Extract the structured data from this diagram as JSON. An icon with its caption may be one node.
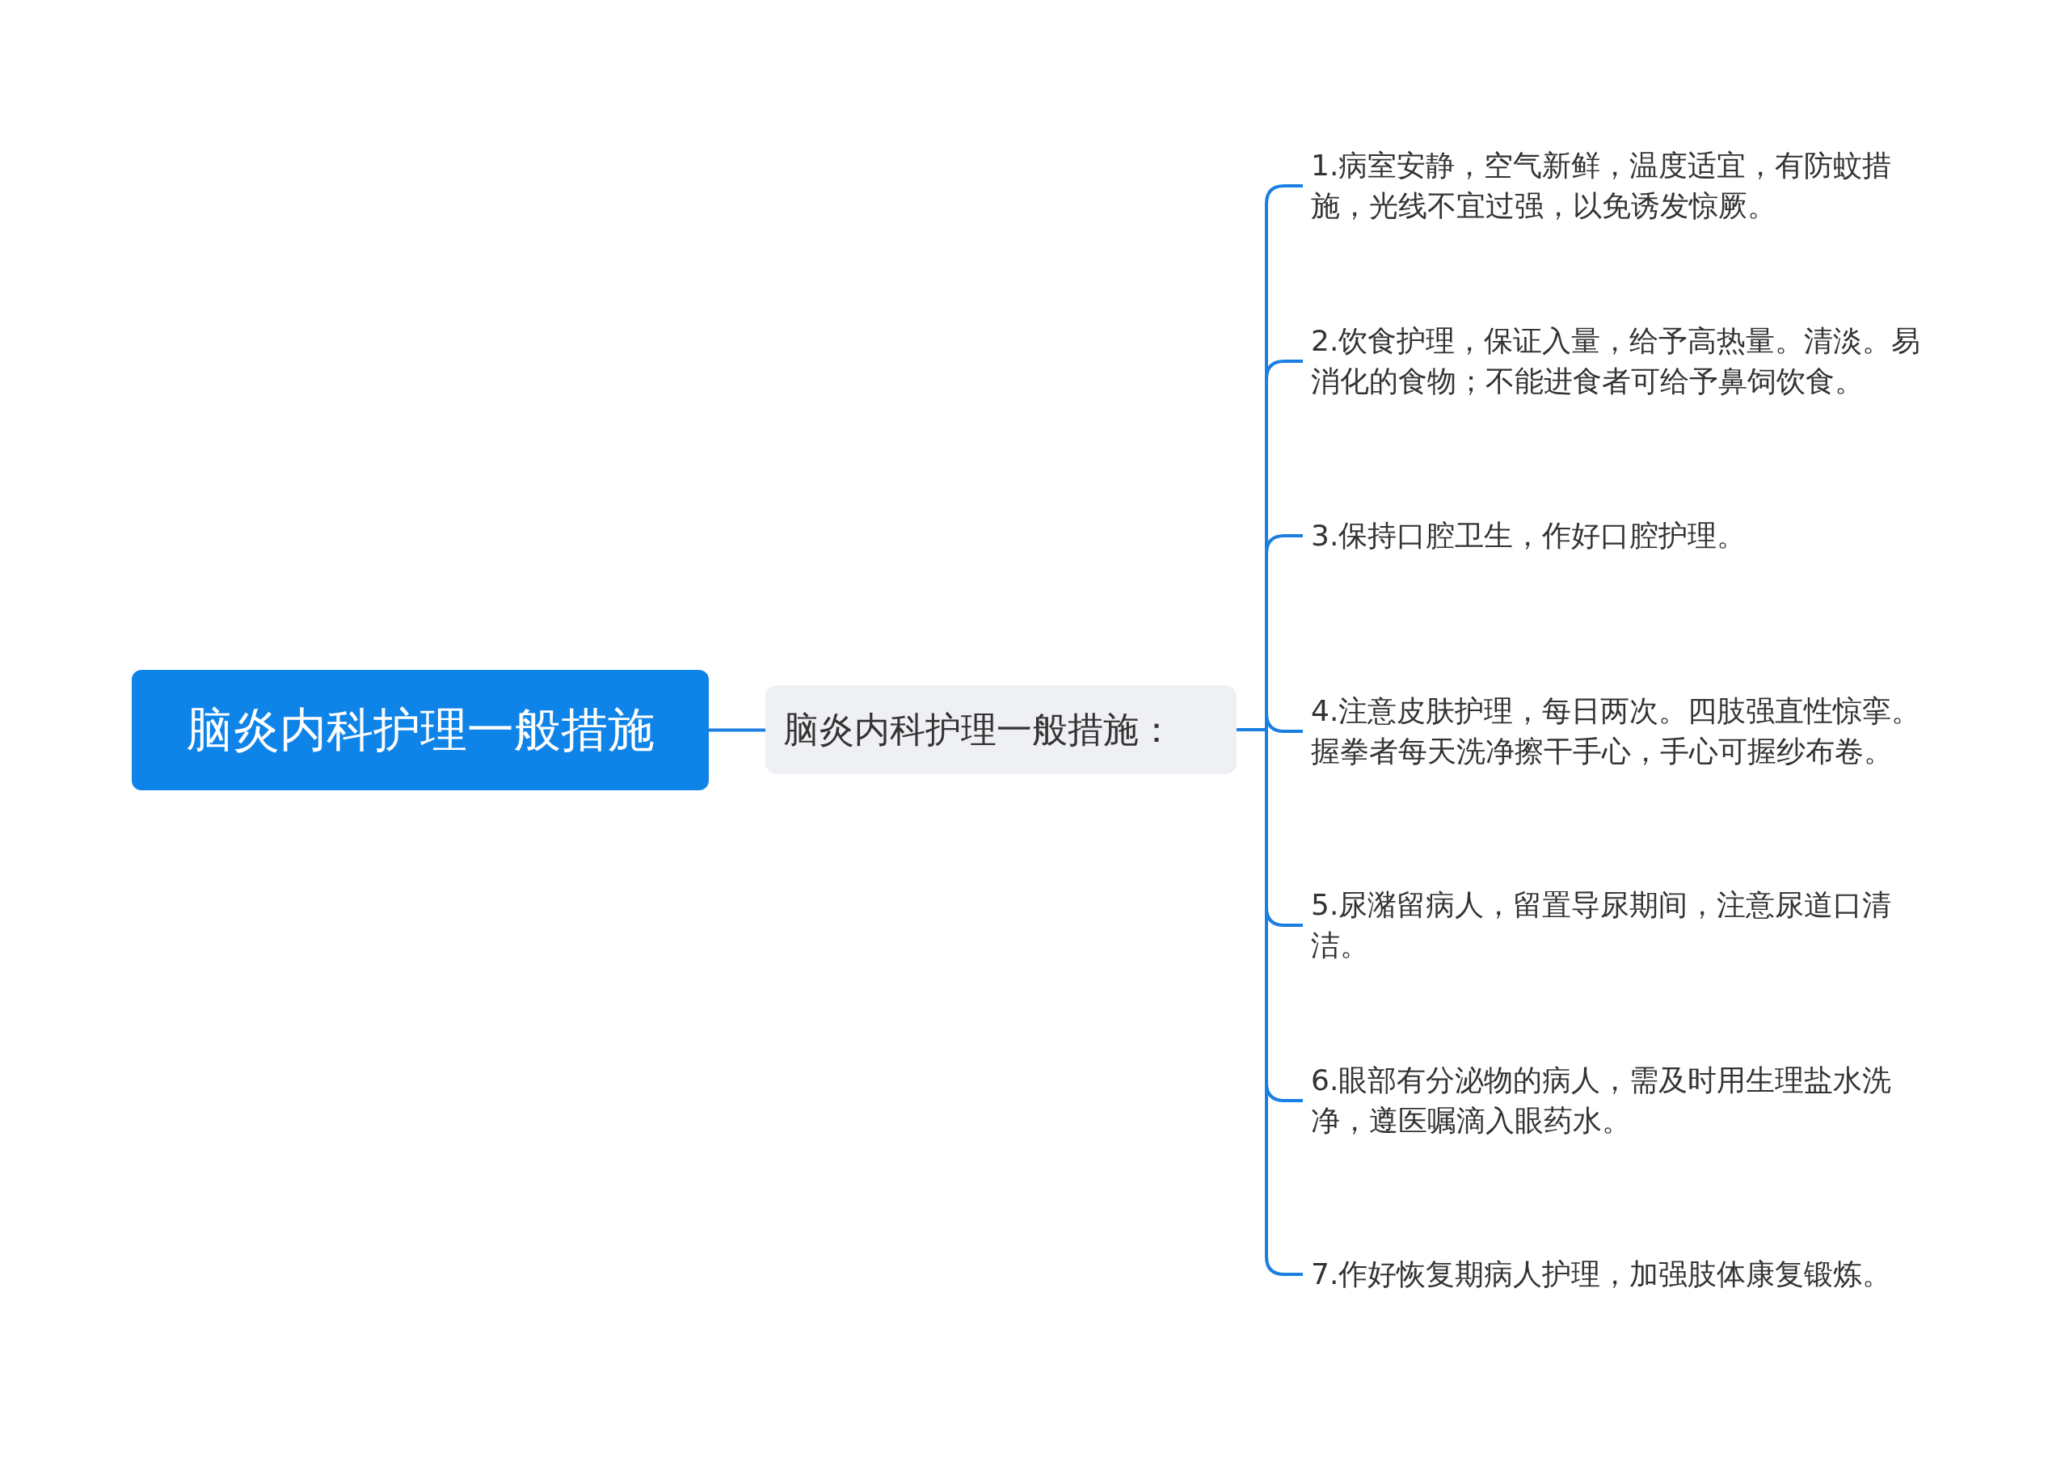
{
  "diagram": {
    "nodes": [
      {
        "text": [
          "脑炎内科护理一般措施"
        ]
      },
      {
        "text": [
          "脑炎内科护理一般措施："
        ]
      },
      {
        "text": [
          "1.病室安静，空气新鲜，温度适宜，有防蚊措施，光线不宜过强，以免诱发惊厥。"
        ]
      },
      {
        "text": [
          "2.饮食护理，保证入量，给予高热量。清淡。易消化的食物；不能进食者可给予鼻饲饮食。"
        ]
      },
      {
        "text": [
          "3.保持口腔卫生，作好口腔护理。"
        ]
      },
      {
        "text": [
          "4.注意皮肤护理，每日两次。四肢强直性惊挛。握拳者每天洗净擦干手心，手心可握纱布卷。"
        ]
      },
      {
        "text": [
          "5.尿潴留病人，留置导尿期间，注意尿道口清洁。"
        ]
      },
      {
        "text": [
          "6.眼部有分泌物的病人，需及时用生理盐水洗净，遵医嘱滴入眼药水。"
        ]
      },
      {
        "text": [
          "7.作好恢复期病人护理，加强肢体康复锻炼。"
        ]
      }
    ],
    "edges": [
      {
        "from": 0,
        "to": 1,
        "arrow": "none"
      },
      {
        "from": 1,
        "to": 2,
        "arrow": "none"
      },
      {
        "from": 1,
        "to": 3,
        "arrow": "none"
      },
      {
        "from": 1,
        "to": 4,
        "arrow": "none"
      },
      {
        "from": 1,
        "to": 5,
        "arrow": "none"
      },
      {
        "from": 1,
        "to": 6,
        "arrow": "none"
      },
      {
        "from": 1,
        "to": 7,
        "arrow": "none"
      },
      {
        "from": 1,
        "to": 8,
        "arrow": "none"
      }
    ]
  }
}
